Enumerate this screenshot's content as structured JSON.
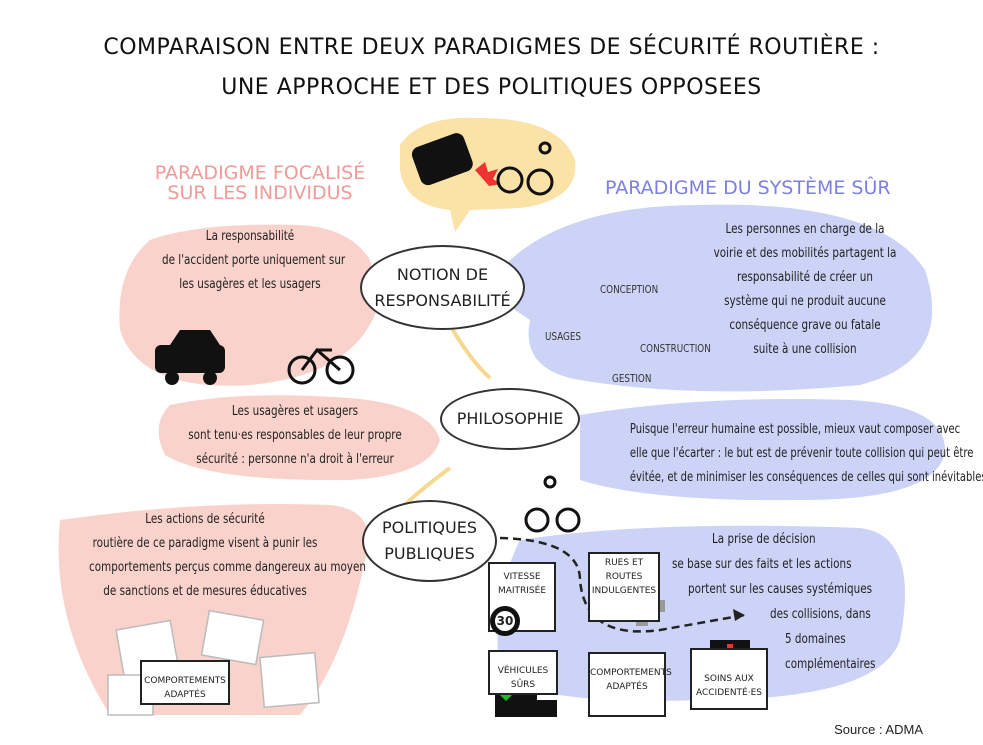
{
  "title": {
    "line1": "COMPARAISON ENTRE DEUX PARADIGMES DE SÉCURITÉ ROUTIÈRE :",
    "line2": "UNE APPROCHE ET DES POLITIQUES OPPOSEES"
  },
  "left": {
    "title_line1": "PARADIGME FOCALISÉ",
    "title_line2": "SUR LES INDIVIDUS",
    "responsabilite": [
      "La responsabilité",
      "de l'accident porte uniquement sur",
      "les usagères et les usagers"
    ],
    "philosophie": [
      "Les usagères et usagers",
      "sont tenu·es responsables de leur propre",
      "sécurité : personne n'a droit à l'erreur"
    ],
    "politiques": [
      "Les actions de sécurité",
      "routière de ce paradigme visent à punir les",
      "comportements perçus comme dangereux au moyen",
      "de sanctions et de mesures éducatives"
    ],
    "puzzle": "COMPORTEMENTS ADAPTÉS"
  },
  "center": {
    "node1": "NOTION DE RESPONSABILITÉ",
    "node2": "PHILOSOPHIE",
    "node3": "POLITIQUES PUBLIQUES"
  },
  "right": {
    "title": "PARADIGME DU SYSTÈME SÛR",
    "responsabilite": [
      "Les personnes en charge de la",
      "voirie et des mobilités partagent la",
      "responsabilité de créer un",
      "système qui ne produit aucune",
      "conséquence grave ou fatale",
      "suite à une collision"
    ],
    "cycle": [
      "CONCEPTION",
      "CONSTRUCTION",
      "GESTION",
      "USAGES"
    ],
    "philosophie": [
      "Puisque l'erreur humaine est possible, mieux vaut composer avec",
      "elle que l'écarter : le but est de prévenir toute collision qui peut être",
      "évitée, et de minimiser les conséquences de celles qui sont inévitables"
    ],
    "politiques": [
      "La prise de décision",
      "se base sur des faits et les actions",
      "portent sur les causes systémiques",
      "des collisions, dans",
      "5 domaines",
      "complémentaires"
    ],
    "puzzles": [
      "VITESSE MAITRISÉE",
      "RUES ET ROUTES INDULGENTES",
      "VÉHICULES SÛRS",
      "COMPORTEMENTS ADAPTÉS",
      "SOINS AUX ACCIDENTÉ·ES"
    ],
    "speed_sign": "30"
  },
  "source": "Source : ADMA",
  "colors": {
    "pink": "#f9d2cb",
    "blue": "#ccd3f6",
    "yellow": "#fbe2a6",
    "pink_text": "#f09b98",
    "blue_text": "#7c80e4"
  }
}
